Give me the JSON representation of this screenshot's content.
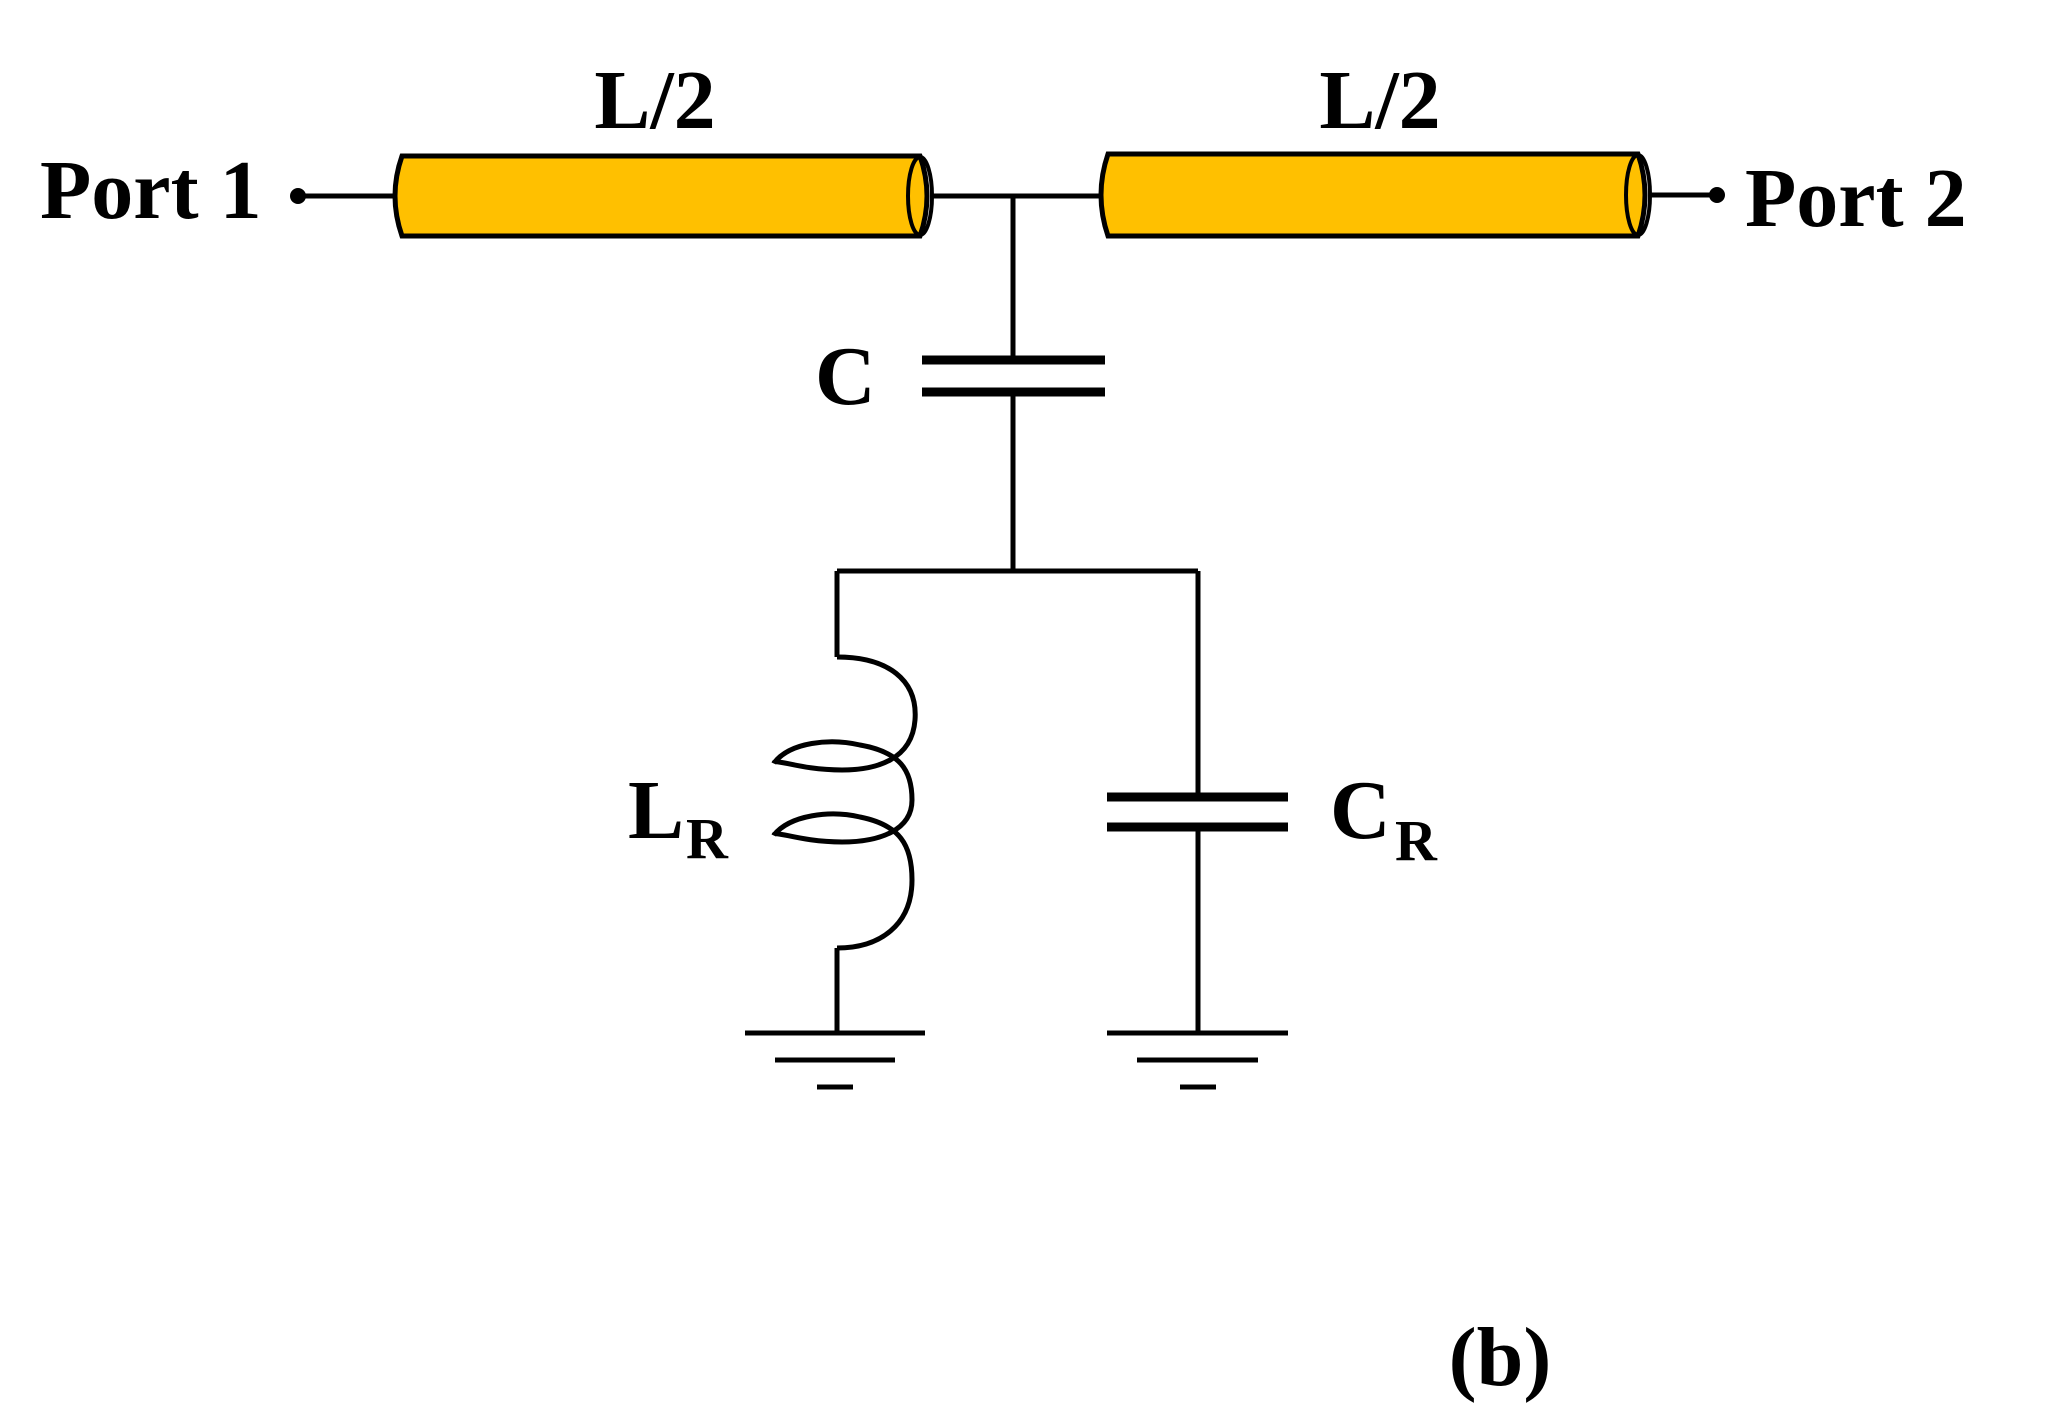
{
  "colors": {
    "line": "#000000",
    "transmission_line_fill": "#FFC000",
    "background": "#FFFFFF"
  },
  "labels": {
    "port1": "Port 1",
    "port2": "Port 2",
    "tline_left": "L/2",
    "tline_right": "L/2",
    "series_capacitor": "C",
    "inductor_main": "L",
    "inductor_sub": "R",
    "shunt_capacitor_main": "C",
    "shunt_capacitor_sub": "R",
    "panel": "(b)"
  },
  "components": {
    "transmission_lines": [
      "tline_left",
      "tline_right"
    ],
    "capacitors": [
      "series_capacitor",
      "shunt_capacitor"
    ],
    "inductors": [
      "inductor"
    ],
    "grounds": 2,
    "ports": 2
  }
}
